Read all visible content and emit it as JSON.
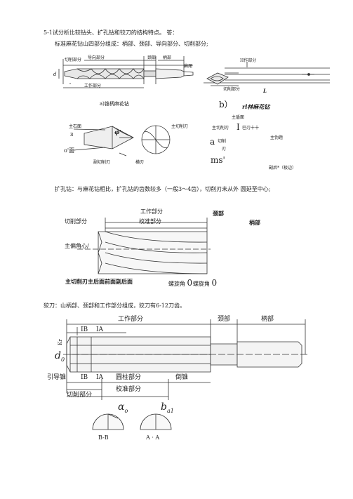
{
  "para1": "5-1试分析比较钻头、扩孔钻和铰刀的结构特点。 答：",
  "para2": "标准麻花钻山四部分组成：柄部、颈部、导向部分、切削部分;",
  "fig1": {
    "qiexue": "切削部分",
    "daoxiang": "导向部分",
    "jing": "颈部",
    "bing": "柄部",
    "bianwei": "扁尾",
    "gongzuo": "工作部分",
    "d": "d",
    "caption_a": "a)锥柄麻花钻",
    "h_part": "H作部分",
    "cut_part": "切削部分",
    "L": "L",
    "caption_b_letter": "b）",
    "caption_b": "rl林麻花钻"
  },
  "fig2": {
    "zhu_shi_mian": "主石面",
    "zhu_qie_ren": "主切削刃",
    "three": "3",
    "o_mian": "o'面",
    "fu_qie": "副切削刃",
    "heng_ren": "横刃",
    "phi": "φ'",
    "zhu_hou_mian": "主盾面",
    "zhu_qie_ren2": "主切削刃",
    "I": "I",
    "ba_ren": "巴刃十十",
    "zhu_wei_ti": "主伪题",
    "a": "a",
    "qie_xue": "切削",
    "ren": "刃",
    "ms": "ms'",
    "fu_hou": "副后*（棱边）"
  },
  "para3": "扩孔钻：与麻花钻相比，扩孔钻的齿数较多（一般3〜4齿），切削刃未从外 圆延至中心;",
  "fig3": {
    "gongzuo": "工作部分",
    "jing": "颈部",
    "qiexue": "切削部分",
    "jiaozhun": "校准部分",
    "bing": "柄部",
    "zhu_pian": "主偏角心/",
    "bottom": "主切削刃主后面前面副后面",
    "luoxuan1": "螺旋角",
    "zero1": "0",
    "luoxuan2": "螺旋角",
    "zero2": "0"
  },
  "para4": "狡刀：山柄部、颈部和工作部分组成，狡刀有6-12刀齿。",
  "fig4": {
    "gongzuo": "工作部分",
    "jing": "颈部",
    "bing": "柄部",
    "IB": "IB",
    "IA": "IA",
    "d0": "d",
    "d0_sub": "0",
    "k": "Kr",
    "yindao": "引导锥",
    "IB2": "IB",
    "IA2": "IA",
    "yuanzhu": "圆柱部分",
    "daozhui": "倒锥",
    "qiexue": "切削部分",
    "jiaozhun": "校准部分",
    "alpha": "α",
    "alpha_sub": "o",
    "ba": "b",
    "ba_sub": "a1",
    "BB": "B-B",
    "AA": "A · A"
  }
}
